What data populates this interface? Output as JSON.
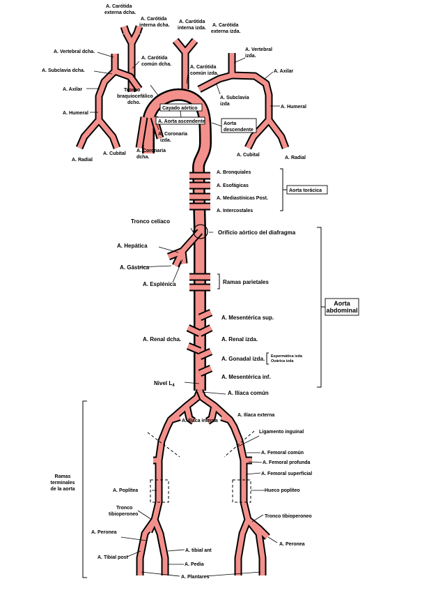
{
  "labels": {
    "carotida_externa_dcha": [
      "A. Carótida",
      "externa dcha."
    ],
    "carotida_interna_dcha": [
      "A. Carótida",
      "interna dcha."
    ],
    "carotida_interna_izda": [
      "A. Carótida",
      "interna izda."
    ],
    "carotida_externa_izda": [
      "A. Carótida",
      "externa izda."
    ],
    "vertebral_dcha": "A. Vertebral dcha.",
    "carotida_comun_dcha": [
      "A. Carótida",
      "común dcha."
    ],
    "vertebral_izda": [
      "A. Vertebral",
      "izda."
    ],
    "subclavia_dcha": "A. Subclavia dcha.",
    "carotida_comun_izda": [
      "A. Carótida",
      "común izda."
    ],
    "axilar_dcha": "A. Axilar",
    "axilar_izda": "A. Axilar",
    "tronco_braquiocefalico": [
      "Tronco",
      "braquiocefálico",
      "dcho."
    ],
    "subclavia_izda": [
      "A. Subclavia",
      "izda"
    ],
    "cayado_aortico": "Cayado aórtico",
    "humeral_dcha": "A. Humeral",
    "humeral_izda": "A. Humeral",
    "aorta_ascendente": "A. Aorta ascendente",
    "aorta_descendente": [
      "Aorta",
      "descendente"
    ],
    "coronaria_izda": [
      "A. Coronaria",
      "izda."
    ],
    "cubital_dcha": "A. Cubital",
    "coronaria_dcha": [
      "A. Coronaria",
      "dcha."
    ],
    "cubital_izda": "A. Cubital",
    "radial_dcha": "A. Radial",
    "radial_izda": "A. Radial",
    "bronquiales": "A. Bronquiales",
    "esofagicas": "A. Esofágicas",
    "mediastinicas": "A. Mediastínicas Post.",
    "intercostales": "A. Intercostales",
    "aorta_toracica": "Aorta torácica",
    "tronco_celiaco": "Tronco celíaco",
    "orificio_aortico": "Orificio aórtico del diafragma",
    "hepatica": "A. Hepática",
    "gastrica": "A. Gástrica",
    "esplenica": "A. Esplénica",
    "ramas_parietales": "Ramas parietales",
    "aorta_abdominal": [
      "Aorta",
      "abdominal"
    ],
    "mesenterica_sup": "A. Mesentérica sup.",
    "renal_dcha": "A. Renal dcha.",
    "renal_izda": "A. Renal izda.",
    "gonadal_izda": "A. Gonadal izda.",
    "espermatica": [
      "Espermática izda",
      "Ovárica izda"
    ],
    "mesenterica_inf": "A. Mesentérica inf.",
    "nivel_l4": "Nivel L",
    "nivel_l4_sub": "4",
    "iliaca_comun": "A. Ilíaca común",
    "iliaca_interna": "A. Ilíaca interna",
    "iliaca_externa": "A. Ilíaca externa",
    "ligamento_inguinal": "Ligamento inguinal",
    "femoral_comun": "A. Femoral común",
    "femoral_profunda": "A. Femoral profunda",
    "femoral_superficial": "A. Femoral superficial",
    "ramas_terminales": [
      "Ramas",
      "terminales",
      "de la aorta"
    ],
    "poplitea": "A. Poplítea",
    "hueco_popliteo": "Hueco poplíteo",
    "tronco_tibioperoneo_dcha": [
      "Tronco",
      "tibioperoneo"
    ],
    "tronco_tibioperoneo_izda": "Tronco tibioperoneo",
    "peronea_dcha": "A. Peronea",
    "peronea_izda": "A. Peronea",
    "tibial_post": "A. Tibial post",
    "tibial_ant": "A. tibial ant",
    "pedia": "A. Pedia",
    "plantares": "A. Plantares"
  },
  "colors": {
    "vessel_fill": "#f3908b",
    "vessel_outline": "#000000",
    "background": "#ffffff"
  }
}
